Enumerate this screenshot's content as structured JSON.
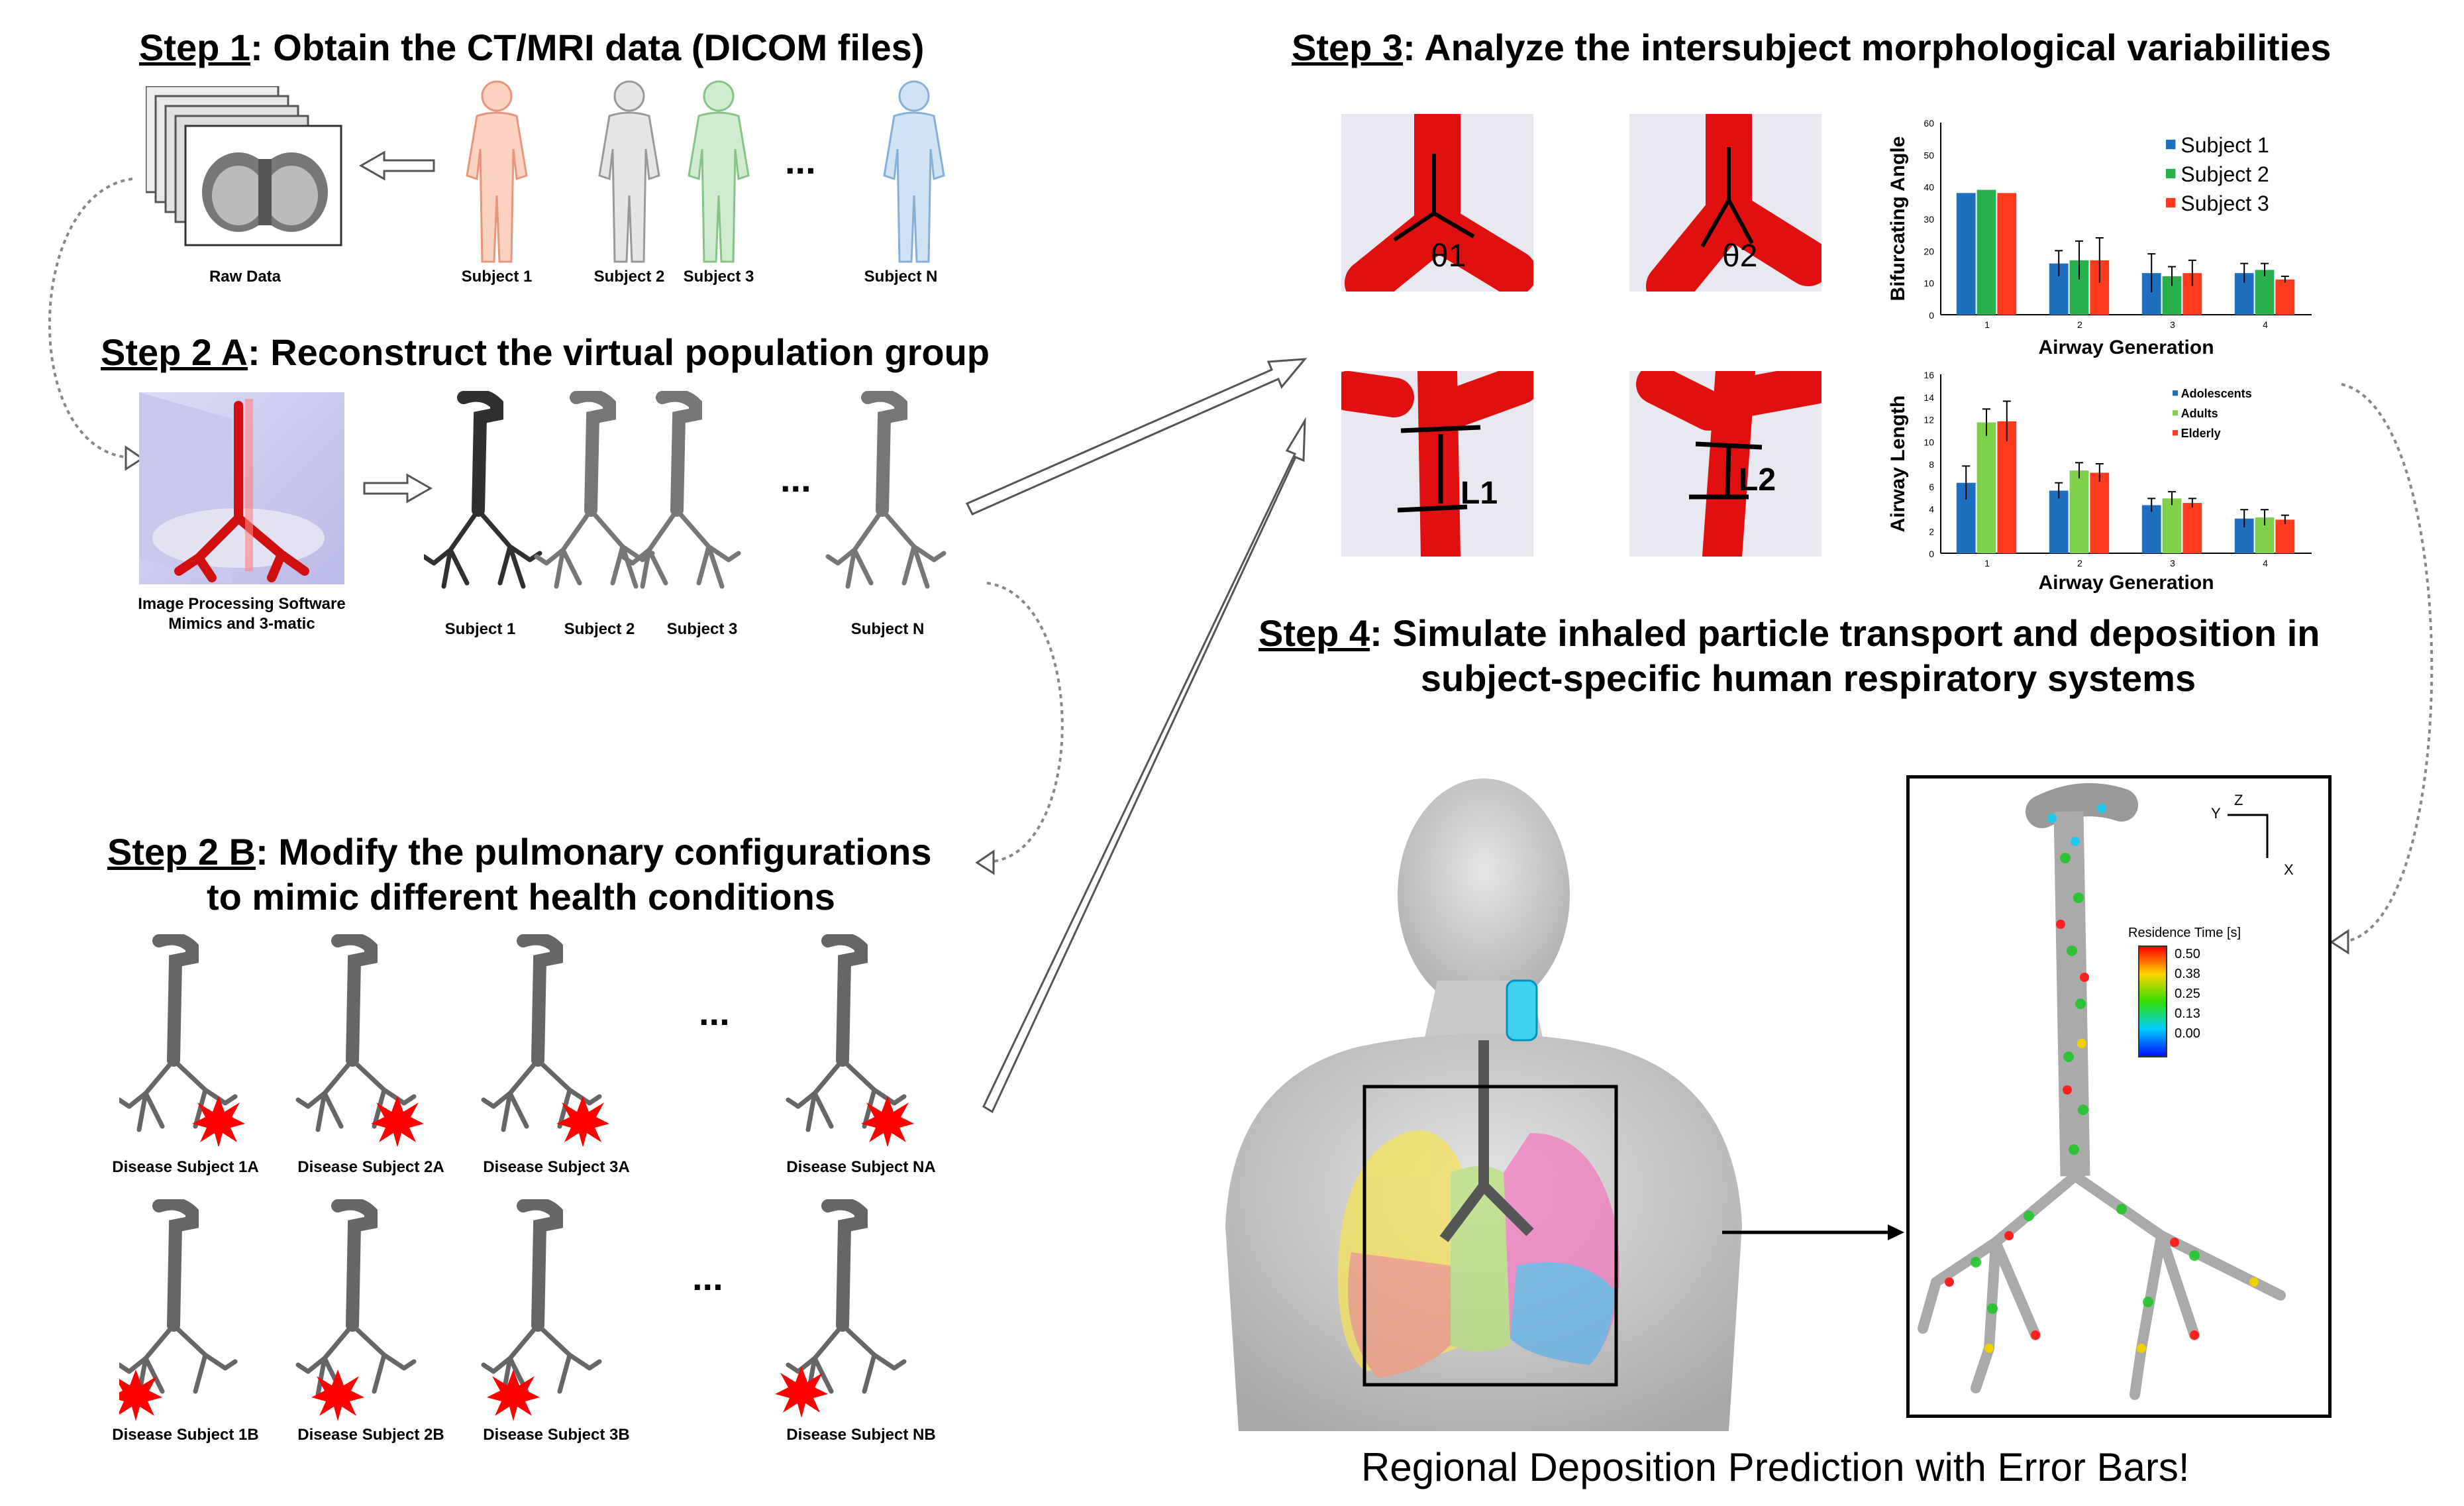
{
  "step1": {
    "label": "Step 1",
    "text": ": Obtain the CT/MRI data (DICOM files)"
  },
  "raw_data_caption": "Raw Data",
  "subjects_top": [
    "Subject 1",
    "Subject 2",
    "Subject 3",
    "Subject N"
  ],
  "step2a": {
    "label": "Step 2 A",
    "text": ": Reconstruct the virtual population group"
  },
  "software_caption": [
    "Image Processing Software",
    "Mimics and 3-matic"
  ],
  "subjects_mid": [
    "Subject 1",
    "Subject 2",
    "Subject 3",
    "Subject N"
  ],
  "step2b": {
    "label": "Step 2 B",
    "text": ": Modify the pulmonary configurations",
    "line2": "to mimic different health conditions"
  },
  "disease_row_a": [
    "Disease Subject 1A",
    "Disease Subject 2A",
    "Disease Subject 3A",
    "Disease Subject NA"
  ],
  "disease_row_b": [
    "Disease Subject 1B",
    "Disease Subject 2B",
    "Disease Subject 3B",
    "Disease Subject NB"
  ],
  "ellipsis": "...",
  "step3": {
    "label": "Step 3",
    "text": ": Analyze the intersubject morphological variabilities"
  },
  "theta_labels": [
    "θ1",
    "θ2"
  ],
  "length_labels": [
    "L1",
    "L2"
  ],
  "step4": {
    "label": "Step 4",
    "text": ": Simulate inhaled particle transport and deposition in",
    "line2": "subject-specific human respiratory systems"
  },
  "colorbar": {
    "title": "Residence Time [s]",
    "ticks": [
      "0.50",
      "0.38",
      "0.25",
      "0.13",
      "0.00"
    ],
    "colors": [
      "#ff0000",
      "#ffd400",
      "#33dd00",
      "#00d0ff",
      "#0010ff"
    ]
  },
  "axes_triad": [
    "Y",
    "Z",
    "X"
  ],
  "bottom_caption": "Regional Deposition Prediction with Error Bars!",
  "chart_data": [
    {
      "type": "bar",
      "xlabel": "Airway Generation",
      "ylabel": "Bifurcating Angle",
      "categories": [
        "1",
        "2",
        "3",
        "4"
      ],
      "ylim": [
        0,
        60
      ],
      "yticks": [
        "0",
        "10",
        "20",
        "30",
        "40",
        "50",
        "60"
      ],
      "legend_position": "top-right",
      "series": [
        {
          "name": "Subject 1",
          "color": "#1f6fbf",
          "values": [
            38,
            16,
            13,
            13
          ],
          "errors": [
            0,
            4,
            6,
            3
          ]
        },
        {
          "name": "Subject 2",
          "color": "#2ab04a",
          "values": [
            39,
            17,
            12,
            14
          ],
          "errors": [
            0,
            6,
            3,
            2
          ]
        },
        {
          "name": "Subject 3",
          "color": "#ff3b1f",
          "values": [
            38,
            17,
            13,
            11
          ],
          "errors": [
            0,
            7,
            4,
            1
          ]
        }
      ]
    },
    {
      "type": "bar",
      "xlabel": "Airway Generation",
      "ylabel": "Airway Length",
      "categories": [
        "1",
        "2",
        "3",
        "4"
      ],
      "ylim": [
        0,
        16
      ],
      "yticks": [
        "0",
        "2",
        "4",
        "6",
        "8",
        "10",
        "12",
        "14",
        "16"
      ],
      "legend_position": "top-right",
      "series": [
        {
          "name": "Adolescents",
          "color": "#1f6fbf",
          "values": [
            6.3,
            5.6,
            4.3,
            3.1
          ],
          "errors": [
            1.5,
            0.7,
            0.6,
            0.8
          ]
        },
        {
          "name": "Adults",
          "color": "#7fd04a",
          "values": [
            11.7,
            7.4,
            4.9,
            3.2
          ],
          "errors": [
            1.2,
            0.7,
            0.6,
            0.7
          ]
        },
        {
          "name": "Elderly",
          "color": "#ff3b1f",
          "values": [
            11.8,
            7.2,
            4.5,
            3.0
          ],
          "errors": [
            1.8,
            0.8,
            0.4,
            0.4
          ]
        }
      ]
    }
  ]
}
